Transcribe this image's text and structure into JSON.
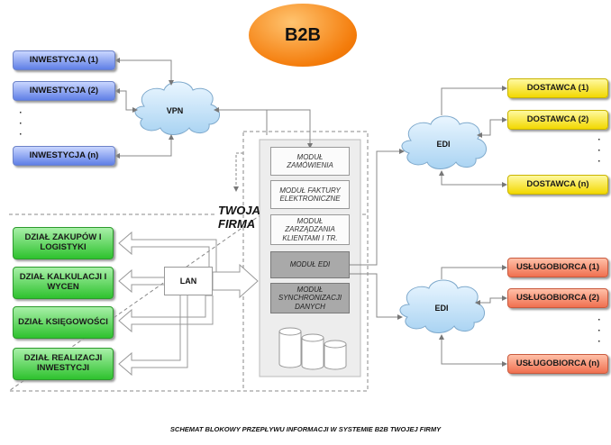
{
  "title": "B2B",
  "investments": [
    "INWESTYCJA (1)",
    "INWESTYCJA (2)",
    "INWESTYCJA (n)"
  ],
  "vpn_label": "VPN",
  "edi_top_label": "EDI",
  "edi_bottom_label": "EDI",
  "suppliers": [
    "DOSTAWCA (1)",
    "DOSTAWCA (2)",
    "DOSTAWCA (n)"
  ],
  "service_providers": [
    "USŁUGOBIORCA (1)",
    "USŁUGOBIORCA (2)",
    "USŁUGOBIORCA (n)"
  ],
  "modules": [
    "MODUŁ ZAMÓWIENIA",
    "MODUŁ FAKTURY ELEKTRONICZNE",
    "MODUŁ ZARZĄDZANIA KLIENTAMI I TR.",
    "MODUŁ EDI",
    "MODUŁ SYNCHRONIZACJI DANYCH"
  ],
  "firm_label": {
    "line1": "TWOJA",
    "line2": "FIRMA"
  },
  "lan_label": "LAN",
  "departments": [
    "DZIAŁ ZAKUPÓW I LOGISTYKI",
    "DZIAŁ KALKULACJI I WYCEN",
    "DZIAŁ KSIĘGOWOŚCI",
    "DZIAŁ REALIZACJI INWESTYCJI"
  ],
  "dots": "· · ·",
  "caption": "SCHEMAT BLOKOWY PRZEPŁYWU INFORMACJI W SYSTEMIE B2B TWOJEJ FIRMY",
  "colors": {
    "blue": "#5f7fe6",
    "yellow": "#f2d800",
    "orange": "#f07050",
    "green": "#2ec22e",
    "title": "#f47c0b"
  }
}
